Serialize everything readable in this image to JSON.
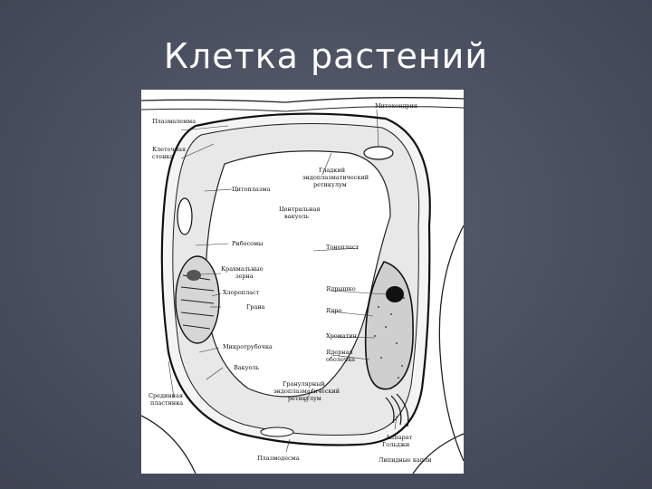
{
  "slide": {
    "title": "Клетка растений"
  },
  "diagram": {
    "labels": {
      "plasmalemma": "Плазмалемма",
      "cell_wall_1": "Клеточная",
      "cell_wall_2": "стенка",
      "cytoplasm": "Цитоплазма",
      "ribosomes": "Рибосомы",
      "starch_1": "Крахмальные",
      "starch_2": "зерна",
      "chloroplast": "Хлоропласт",
      "grana": "Грана",
      "microtubule": "Микротрубочка",
      "vacuole": "Вакуоль",
      "middle_lamella_1": "Срединная",
      "middle_lamella_2": "пластинка",
      "plasmodesma": "Плазмодесма",
      "mitochondria": "Митохондрия",
      "smooth_er_1": "Гладкий",
      "smooth_er_2": "эндоплазматический",
      "smooth_er_3": "ретикулум",
      "central_vacuole_1": "Центральная",
      "central_vacuole_2": "вакуоль",
      "tonoplast": "Тонопласт",
      "nucleolus": "Ядрышко",
      "nucleus": "Ядро",
      "chromatin": "Хроматин",
      "nuclear_envelope_1": "Ядерная",
      "nuclear_envelope_2": "оболочка",
      "rough_er_1": "Гранулярный",
      "rough_er_2": "эндоплазматический",
      "rough_er_3": "ретикулум",
      "golgi_1": "Аппарат",
      "golgi_2": "Гольджи",
      "lipid_drops": "Липидные капли"
    },
    "colors": {
      "slide_background": "#4a5060",
      "title_text": "#ffffff",
      "figure_background": "#ffffff",
      "ink": "#111111"
    }
  }
}
